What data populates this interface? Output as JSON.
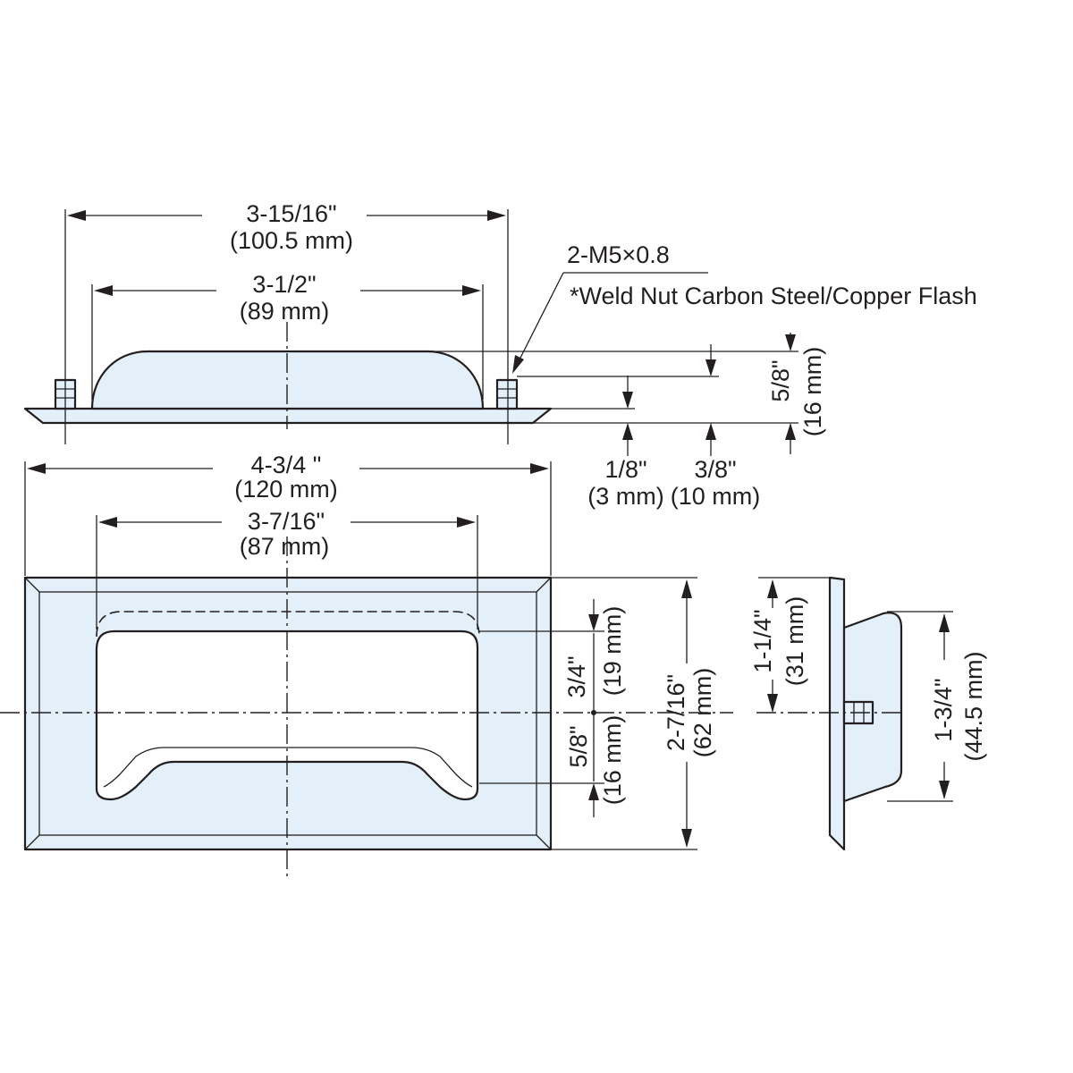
{
  "top_view": {
    "overall_width": {
      "imperial": "3-15/16\"",
      "metric": "(100.5 mm)"
    },
    "nut_pitch": {
      "imperial": "3-1/2\"",
      "metric": "(89 mm)"
    },
    "height_total": {
      "imperial": "5/8\"",
      "metric": "(16 mm)"
    },
    "height_nut": {
      "imperial": "3/8\"",
      "metric": "(10 mm)"
    },
    "flange_thickness": {
      "imperial": "1/8\"",
      "metric": "(3 mm)"
    }
  },
  "callout": {
    "thread": "2-M5×0.8",
    "note": "*Weld Nut Carbon Steel/Copper Flash"
  },
  "front_view": {
    "overall_width": {
      "imperial": "4-3/4 \"",
      "metric": "(120 mm)"
    },
    "recess_width": {
      "imperial": "3-7/16\"",
      "metric": "(87 mm)"
    },
    "overall_height": {
      "imperial": "2-7/16\"",
      "metric": "(62 mm)"
    },
    "upper_recess": {
      "imperial": "3/4\"",
      "metric": "(19 mm)"
    },
    "lower_recess": {
      "imperial": "5/8\"",
      "metric": "(16 mm)"
    }
  },
  "side_view": {
    "nut_offset": {
      "imperial": "1-1/4\"",
      "metric": "(31 mm)"
    },
    "body_height": {
      "imperial": "1-3/4\"",
      "metric": "(44.5 mm)"
    }
  },
  "colors": {
    "part_fill": "#e3f0f9",
    "line": "#231f20"
  }
}
